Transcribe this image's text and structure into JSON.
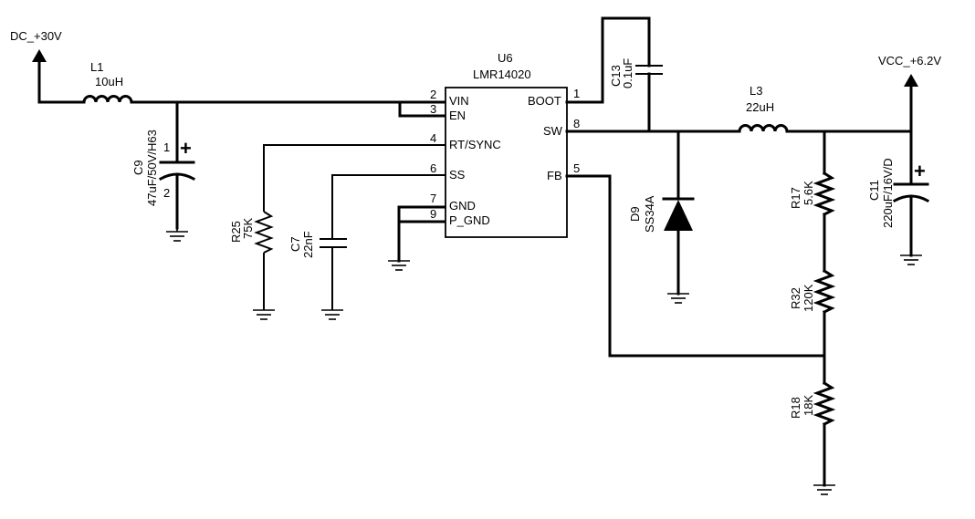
{
  "power": {
    "input": "DC_+30V",
    "output": "VCC_+6.2V"
  },
  "ic": {
    "ref": "U6",
    "part": "LMR14020",
    "pins": [
      {
        "num": "2",
        "name": "VIN"
      },
      {
        "num": "3",
        "name": "EN"
      },
      {
        "num": "4",
        "name": "RT/SYNC"
      },
      {
        "num": "6",
        "name": "SS"
      },
      {
        "num": "7",
        "name": "GND"
      },
      {
        "num": "9",
        "name": "P_GND"
      },
      {
        "num": "1",
        "name": "BOOT"
      },
      {
        "num": "8",
        "name": "SW"
      },
      {
        "num": "5",
        "name": "FB"
      }
    ]
  },
  "components": {
    "L1": {
      "ref": "L1",
      "value": "10uH"
    },
    "L3": {
      "ref": "L3",
      "value": "22uH"
    },
    "C9": {
      "ref": "C9",
      "value": "47uF/50V/H63",
      "pin1": "1",
      "pin2": "2"
    },
    "C13": {
      "ref": "C13",
      "value": "0.1uF"
    },
    "C7": {
      "ref": "C7",
      "value": "22nF"
    },
    "C11": {
      "ref": "C11",
      "value": "220uF/16V/D"
    },
    "R25": {
      "ref": "R25",
      "value": "75K"
    },
    "D9": {
      "ref": "D9",
      "value": "SS34A"
    },
    "R17": {
      "ref": "R17",
      "value": "5.6K"
    },
    "R32": {
      "ref": "R32",
      "value": "120K"
    },
    "R18": {
      "ref": "R18",
      "value": "18K"
    }
  },
  "symbols": {
    "plus": "+"
  }
}
